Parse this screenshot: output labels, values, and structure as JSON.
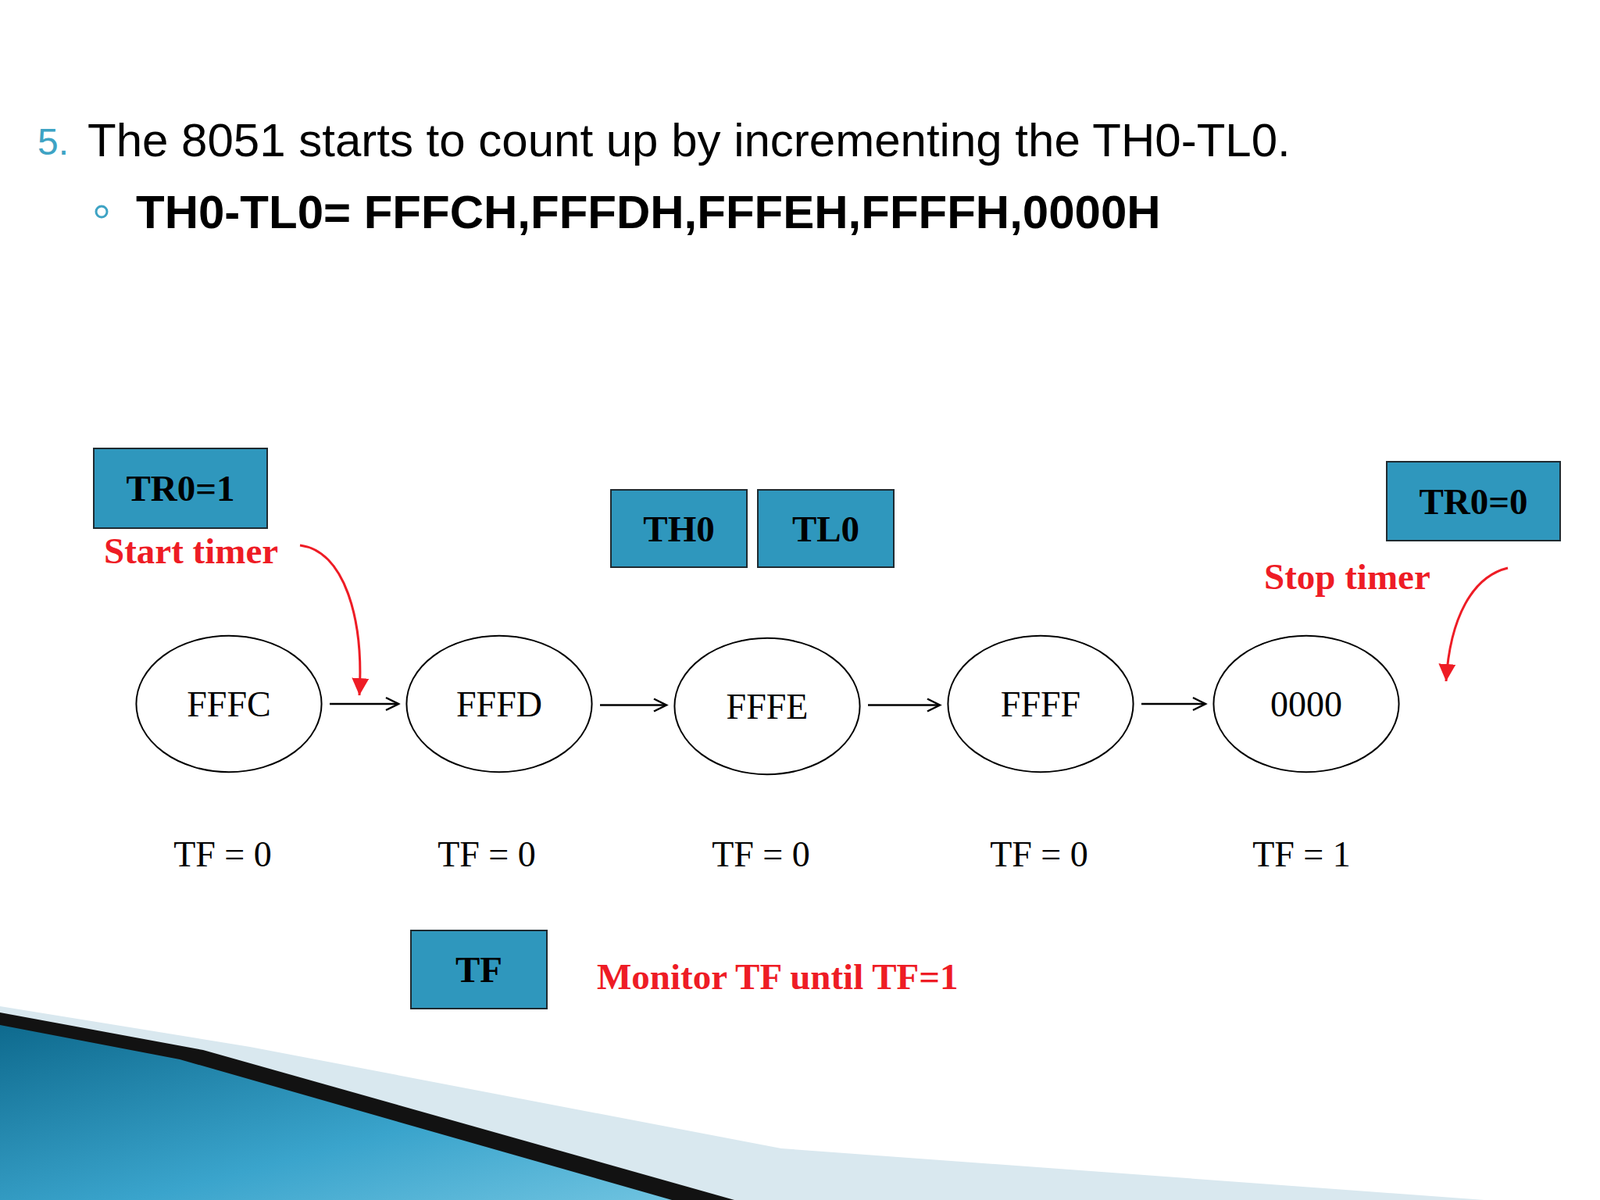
{
  "diagram": {
    "title": "The 8051 starts to count up by incrementing the TH0-TL0.",
    "nodes": [
      {
        "text": [
          "TR0=1"
        ]
      },
      {
        "text": [
          "TH0"
        ]
      },
      {
        "text": [
          "TL0"
        ]
      },
      {
        "text": [
          "TR0=0"
        ]
      },
      {
        "text": [
          "FFFC"
        ]
      },
      {
        "text": [
          "FFFD"
        ]
      },
      {
        "text": [
          "FFFE"
        ]
      },
      {
        "text": [
          "FFFF"
        ]
      },
      {
        "text": [
          "0000"
        ]
      },
      {
        "text": [
          "TF"
        ]
      }
    ],
    "edges": [
      {
        "from": 4,
        "to": 5,
        "arrow": "to"
      },
      {
        "from": 5,
        "to": 6,
        "arrow": "to"
      },
      {
        "from": 6,
        "to": 7,
        "arrow": "to"
      },
      {
        "from": 7,
        "to": 8,
        "arrow": "to"
      }
    ],
    "labels": [
      "5.",
      "TH0-TL0= FFFCH,FFFDH,FFFEH,FFFFH,0000H",
      "Start timer",
      "Stop timer",
      "TF = 0",
      "TF = 0",
      "TF = 0",
      "TF = 0",
      "TF = 1",
      "Monitor TF until TF=1"
    ]
  }
}
